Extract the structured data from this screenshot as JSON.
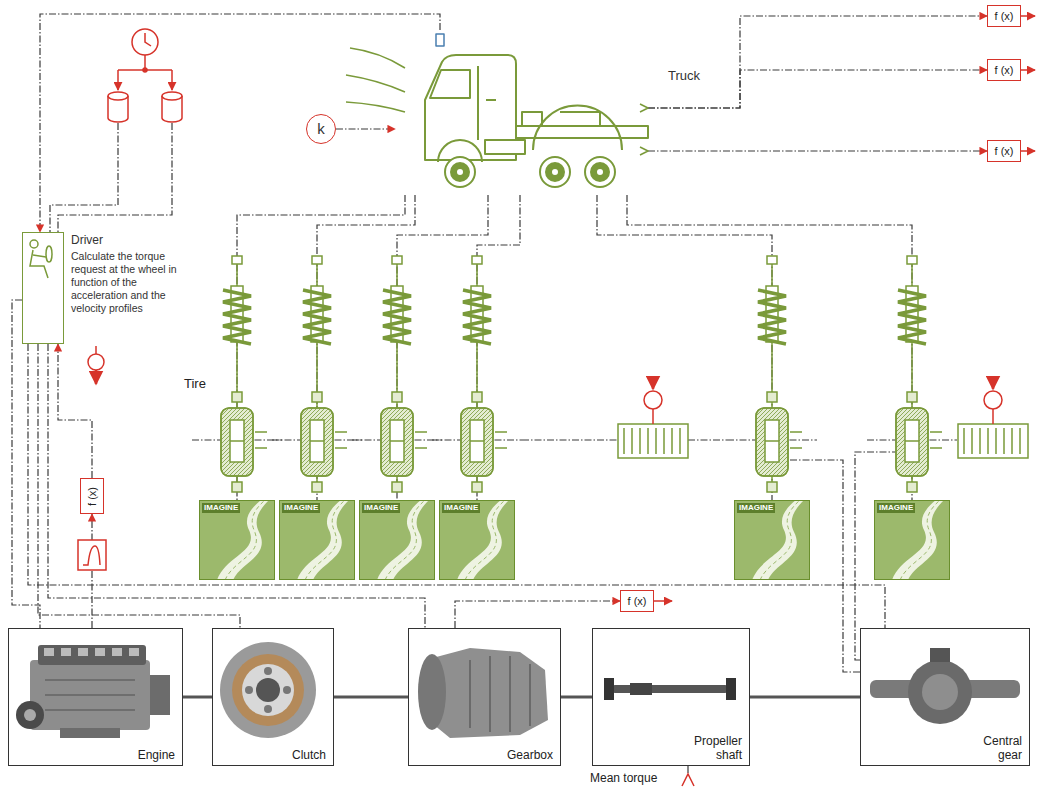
{
  "diagram": {
    "nodes": [
      {
        "text": [
          "Truck"
        ]
      },
      {
        "text": [
          "k"
        ]
      },
      {
        "text": [
          "f (x)"
        ]
      },
      {
        "text": [
          "f (x)"
        ]
      },
      {
        "text": [
          "f (x)"
        ]
      },
      {
        "text": [
          "Driver",
          "Calculate the torque request at the wheel in function of the acceleration and the velocity profiles"
        ]
      },
      {
        "text": [
          "f (x)"
        ]
      },
      {
        "text": [
          "IMAGINE"
        ]
      },
      {
        "text": [
          "IMAGINE"
        ]
      },
      {
        "text": [
          "IMAGINE"
        ]
      },
      {
        "text": [
          "IMAGINE"
        ]
      },
      {
        "text": [
          "IMAGINE"
        ]
      },
      {
        "text": [
          "IMAGINE"
        ]
      },
      {
        "text": [
          "f (x)"
        ]
      },
      {
        "text": [
          "Engine"
        ]
      },
      {
        "text": [
          "Clutch"
        ]
      },
      {
        "text": [
          "Gearbox"
        ]
      },
      {
        "text": [
          "Propeller shaft"
        ]
      },
      {
        "text": [
          "Central gear"
        ]
      }
    ],
    "edges": [
      {
        "from": 1,
        "to": 0,
        "arrow": "to"
      },
      {
        "from": 0,
        "to": 2,
        "arrow": "to"
      },
      {
        "from": 0,
        "to": 3,
        "arrow": "to"
      },
      {
        "from": 0,
        "to": 4,
        "arrow": "to"
      },
      {
        "from": 0,
        "to": 5,
        "arrow": "to"
      },
      {
        "from": 0,
        "to": 7,
        "arrow": "none"
      },
      {
        "from": 0,
        "to": 8,
        "arrow": "none"
      },
      {
        "from": 0,
        "to": 9,
        "arrow": "none"
      },
      {
        "from": 0,
        "to": 10,
        "arrow": "none"
      },
      {
        "from": 0,
        "to": 11,
        "arrow": "none"
      },
      {
        "from": 0,
        "to": 12,
        "arrow": "none"
      },
      {
        "from": 5,
        "to": 14,
        "arrow": "none"
      },
      {
        "from": 14,
        "to": 6,
        "arrow": "to"
      },
      {
        "from": 6,
        "to": 5,
        "arrow": "to"
      },
      {
        "from": 5,
        "to": 15,
        "arrow": "none"
      },
      {
        "from": 5,
        "to": 16,
        "arrow": "none"
      },
      {
        "from": 16,
        "to": 13,
        "arrow": "to"
      },
      {
        "from": 5,
        "to": 18,
        "arrow": "none"
      },
      {
        "from": 14,
        "to": 15,
        "arrow": "none"
      },
      {
        "from": 15,
        "to": 16,
        "arrow": "none"
      },
      {
        "from": 16,
        "to": 17,
        "arrow": "none"
      },
      {
        "from": 17,
        "to": 18,
        "arrow": "none"
      }
    ],
    "labels": [
      "Tire",
      "Mean torque"
    ]
  }
}
